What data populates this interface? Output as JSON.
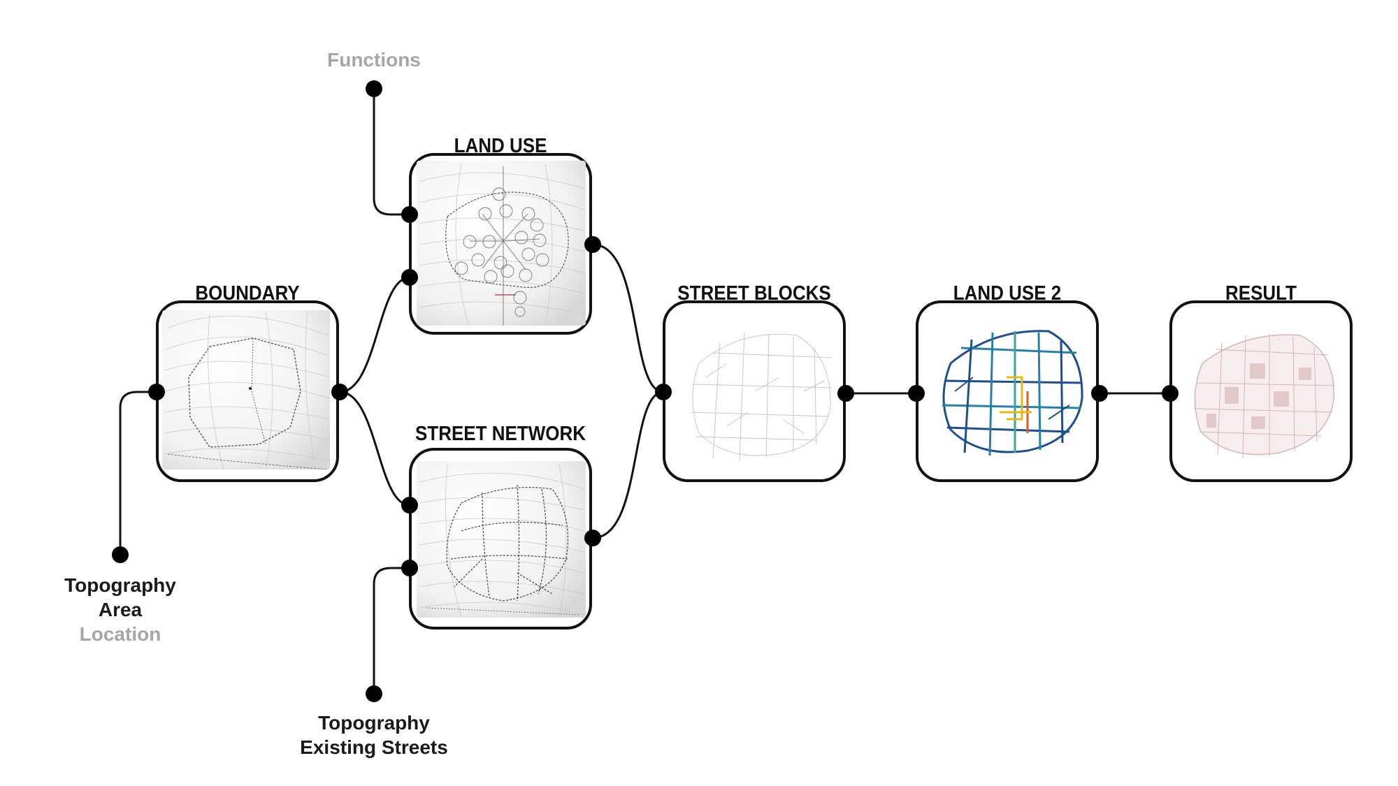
{
  "nodes": {
    "boundary": {
      "title": "BOUNDARY"
    },
    "land_use": {
      "title": "LAND USE"
    },
    "street_network": {
      "title": "STREET NETWORK"
    },
    "street_blocks": {
      "title": "STREET BLOCKS"
    },
    "land_use_2": {
      "title": "LAND USE 2"
    },
    "result": {
      "title": "RESULT"
    }
  },
  "inputs": {
    "functions": {
      "lines": [
        "Functions"
      ]
    },
    "boundary_inputs": {
      "lines": [
        "Topography",
        "Area",
        "Location"
      ]
    },
    "network_inputs": {
      "lines": [
        "Topography",
        "Existing Streets"
      ]
    }
  },
  "colors": {
    "line": "#111111",
    "muted_label": "#a6a6a6",
    "label": "#1a1a1a",
    "land_use_2_palette": [
      "#1f4e8c",
      "#2a7fa8",
      "#3aa59b",
      "#e5b820",
      "#e25822"
    ],
    "result_tint": "#d8b4b4"
  }
}
